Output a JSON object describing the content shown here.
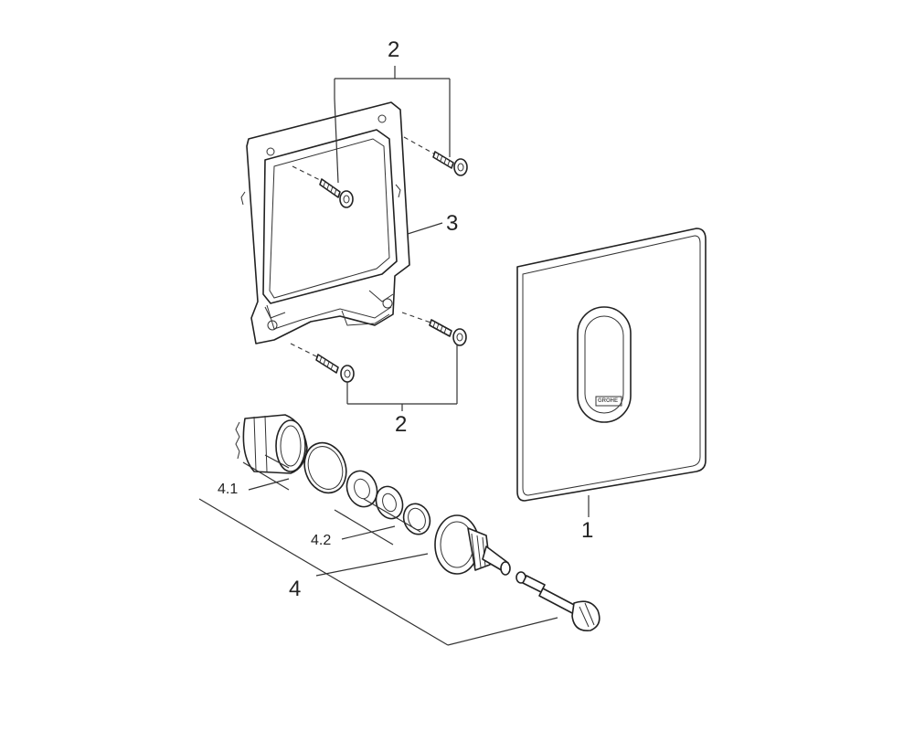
{
  "labels": {
    "cover_plate": "1",
    "screws_top": "2",
    "screws_bottom": "2",
    "mounting_frame": "3",
    "actuator_unit": "4",
    "sub_4_1": "4.1",
    "sub_4_2": "4.2"
  },
  "logo_text": "GROHE"
}
